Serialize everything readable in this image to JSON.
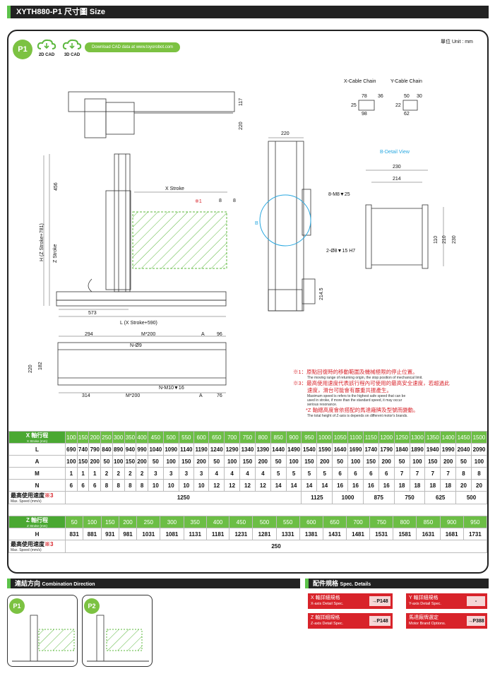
{
  "header": {
    "title": "XYTH880-P1 尺寸圖 Size"
  },
  "top": {
    "badge": "P1",
    "cad2d": "2D CAD",
    "cad3d": "3D CAD",
    "download": "Download CAD data at www.toyorobot.com",
    "unit": "單位 Unit : mm"
  },
  "drawing": {
    "cable_x": "X-Cable Chain",
    "cable_y": "Y-Cable Chain",
    "d78": "78",
    "d36": "36",
    "d25": "25",
    "d98": "98",
    "d50": "50",
    "d30": "30",
    "d22": "22",
    "d62": "62",
    "d117": "117",
    "d220a": "220",
    "d456": "456",
    "h_label": "H (Z Stroke+781)",
    "z_stroke": "Z Stroke",
    "x_stroke": "X Stroke",
    "mark1": "※1",
    "d8a": "8",
    "d8b": "8",
    "d573": "573",
    "l_label": "L (X Stroke+590)",
    "d220b": "220",
    "b_letter": "B",
    "b_detail": "B-Detail View",
    "d230a": "230",
    "d214": "214",
    "m8": "8-M8▼25",
    "pin": "2-Ø8▼15 H7",
    "d110": "110",
    "d210": "210",
    "d230b": "230",
    "d2145": "214.5",
    "d294": "294",
    "m200a": "M*200",
    "a1": "A",
    "d96": "96",
    "n9": "N-Ø9",
    "d220c": "220",
    "d182": "182",
    "nm10": "N-M10▼16",
    "d314": "314",
    "m200b": "M*200",
    "a2": "A",
    "d76": "76"
  },
  "notes": {
    "n1": "※1：原點回復時的移動範圍及機械極限的停止位置。",
    "n1en": "The moving range of returning origin, the stop position of mechanical limit.",
    "n3a": "※3：最高使用速度代表該行程內可使用的最高安全速度，若超過此",
    "n3b": "速度，滑台可能會有嚴重共振產生。",
    "n3en1": "Maximum speed is refers to the highest safe speed that can be",
    "n3en2": "used in stroke, if more than the standard speed, it may occur",
    "n3en3": "serious resonance.",
    "nz": "*Z 軸總高度會依搭配的馬達廠牌及型號而變動。",
    "nzen": "The total height of Z-axis is depends on different motor's brands."
  },
  "table_x": {
    "label": "X 軸行程",
    "sub": "X Stroke (mm)",
    "strokes": [
      "100",
      "150",
      "200",
      "250",
      "300",
      "350",
      "400",
      "450",
      "500",
      "550",
      "600",
      "650",
      "700",
      "750",
      "800",
      "850",
      "900",
      "950",
      "1000",
      "1050",
      "1100",
      "1150",
      "1200",
      "1250",
      "1300",
      "1350",
      "1400",
      "1450",
      "1500"
    ],
    "rows": [
      {
        "name": "L",
        "vals": [
          "690",
          "740",
          "790",
          "840",
          "890",
          "940",
          "990",
          "1040",
          "1090",
          "1140",
          "1190",
          "1240",
          "1290",
          "1340",
          "1390",
          "1440",
          "1490",
          "1540",
          "1590",
          "1640",
          "1690",
          "1740",
          "1790",
          "1840",
          "1890",
          "1940",
          "1990",
          "2040",
          "2090"
        ]
      },
      {
        "name": "A",
        "vals": [
          "100",
          "150",
          "200",
          "50",
          "100",
          "150",
          "200",
          "50",
          "100",
          "150",
          "200",
          "50",
          "100",
          "150",
          "200",
          "50",
          "100",
          "150",
          "200",
          "50",
          "100",
          "150",
          "200",
          "50",
          "100",
          "150",
          "200",
          "50",
          "100"
        ]
      },
      {
        "name": "M",
        "vals": [
          "1",
          "1",
          "1",
          "2",
          "2",
          "2",
          "2",
          "3",
          "3",
          "3",
          "3",
          "4",
          "4",
          "4",
          "4",
          "5",
          "5",
          "5",
          "5",
          "6",
          "6",
          "6",
          "6",
          "7",
          "7",
          "7",
          "7",
          "8",
          "8"
        ]
      },
      {
        "name": "N",
        "vals": [
          "6",
          "6",
          "6",
          "8",
          "8",
          "8",
          "8",
          "10",
          "10",
          "10",
          "10",
          "12",
          "12",
          "12",
          "12",
          "14",
          "14",
          "14",
          "14",
          "16",
          "16",
          "16",
          "16",
          "18",
          "18",
          "18",
          "18",
          "20",
          "20"
        ]
      }
    ],
    "speed_label": "最高使用速度",
    "speed_mark": "※3",
    "speed_sub": "Max. Speed (mm/s)",
    "speeds": [
      {
        "v": "1250",
        "span": 17
      },
      {
        "v": "1125",
        "span": 2
      },
      {
        "v": "1000",
        "span": 2
      },
      {
        "v": "875",
        "span": 2
      },
      {
        "v": "750",
        "span": 2
      },
      {
        "v": "625",
        "span": 2
      },
      {
        "v": "500",
        "span": 2
      }
    ]
  },
  "table_z": {
    "label": "Z 軸行程",
    "sub": "Z Stroke (mm)",
    "strokes": [
      "50",
      "100",
      "150",
      "200",
      "250",
      "300",
      "350",
      "400",
      "450",
      "500",
      "550",
      "600",
      "650",
      "700",
      "750",
      "800",
      "850",
      "900",
      "950"
    ],
    "h_name": "H",
    "h_vals": [
      "831",
      "881",
      "931",
      "981",
      "1031",
      "1081",
      "1131",
      "1181",
      "1231",
      "1281",
      "1331",
      "1381",
      "1431",
      "1481",
      "1531",
      "1581",
      "1631",
      "1681",
      "1731"
    ],
    "speed_label": "最高使用速度",
    "speed_mark": "※3",
    "speed_sub": "Max. Speed (mm/s)",
    "speed": "250"
  },
  "combo": {
    "title": "連結方向",
    "title_en": "Combination Direction",
    "p1": "P1",
    "p2": "P2"
  },
  "spec": {
    "title": "配件規格",
    "title_en": "Spec. Details",
    "x_zh": "X 軸詳細規格",
    "x_en": "X-axis Detail Spec.",
    "x_page": "→P148",
    "y_zh": "Y 軸詳細規格",
    "y_en": "Y-axis Detail Spec.",
    "y_page": "-",
    "z_zh": "Z 軸詳細規格",
    "z_en": "Z-axis Detail Spec.",
    "z_page": "→P148",
    "m_zh": "馬達廠牌選定",
    "m_en": "Motor Brand Options.",
    "m_page": "→P388"
  }
}
